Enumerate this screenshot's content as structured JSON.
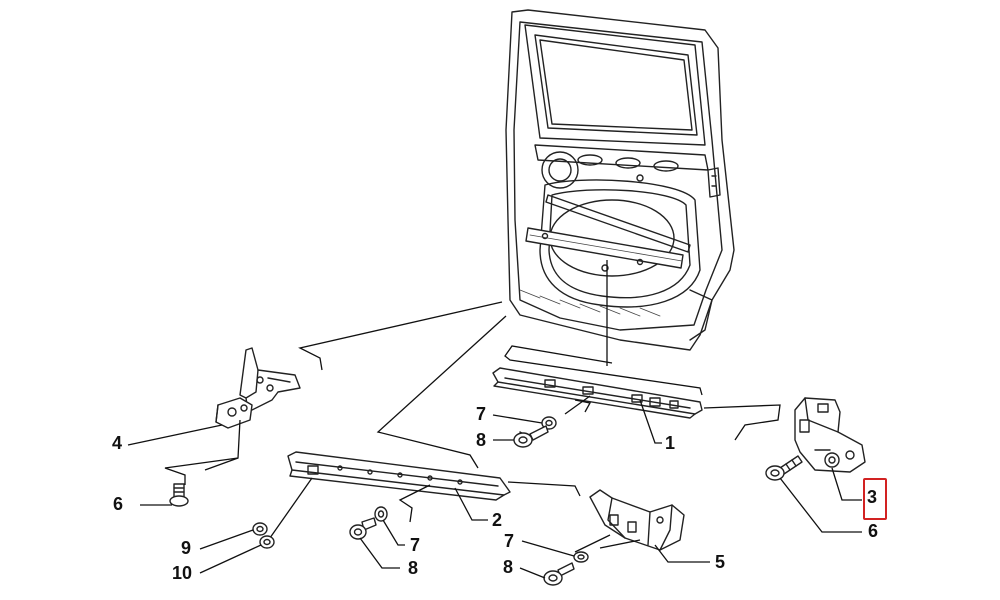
{
  "callouts": {
    "c1": "1",
    "c2": "2",
    "c3": "3",
    "c4": "4",
    "c5": "5",
    "c6_left": "6",
    "c6_right": "6",
    "c7_top": "7",
    "c7_mid": "7",
    "c7_bottom": "7",
    "c8_top": "8",
    "c8_mid": "8",
    "c8_bottom": "8",
    "c9": "9",
    "c10": "10"
  },
  "highlight": {
    "callout": "3",
    "color": "#d22222"
  }
}
